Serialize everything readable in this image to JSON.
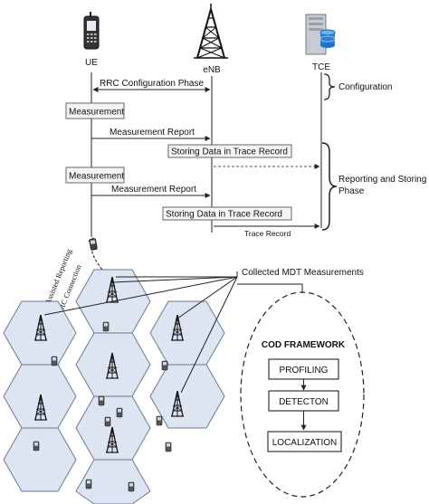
{
  "entities": {
    "ue": "UE",
    "enb": "eNB",
    "tce": "TCE"
  },
  "sequence": {
    "rrc_phase": "RRC Configuration Phase",
    "measurement_1": "Measurement",
    "measurement_report_1": "Measurement Report",
    "storing_1": "Storing Data in Trace Record",
    "measurement_2": "Measurement",
    "measurement_report_2": "Measurement Report",
    "storing_2": "Storing Data in Trace Record",
    "trace_record": "Trace Record"
  },
  "phases": {
    "configuration": "Configuration",
    "reporting_line1": "Reporting and Storing",
    "reporting_line2": "Phase"
  },
  "network": {
    "collected": "Collected MDT Measurements",
    "ue_assisted": "UE Assisted Reporting",
    "rrc_connection": "RRC Connection"
  },
  "framework": {
    "title": "COD FRAMEWORK",
    "steps": [
      "PROFILING",
      "DETECTON",
      "LOCALIZATION"
    ]
  },
  "colors": {
    "cell_fill": "#dfe6f4",
    "cell_stroke": "#7a849a",
    "line": "#222222",
    "server_blue": "#1f6fc4"
  }
}
